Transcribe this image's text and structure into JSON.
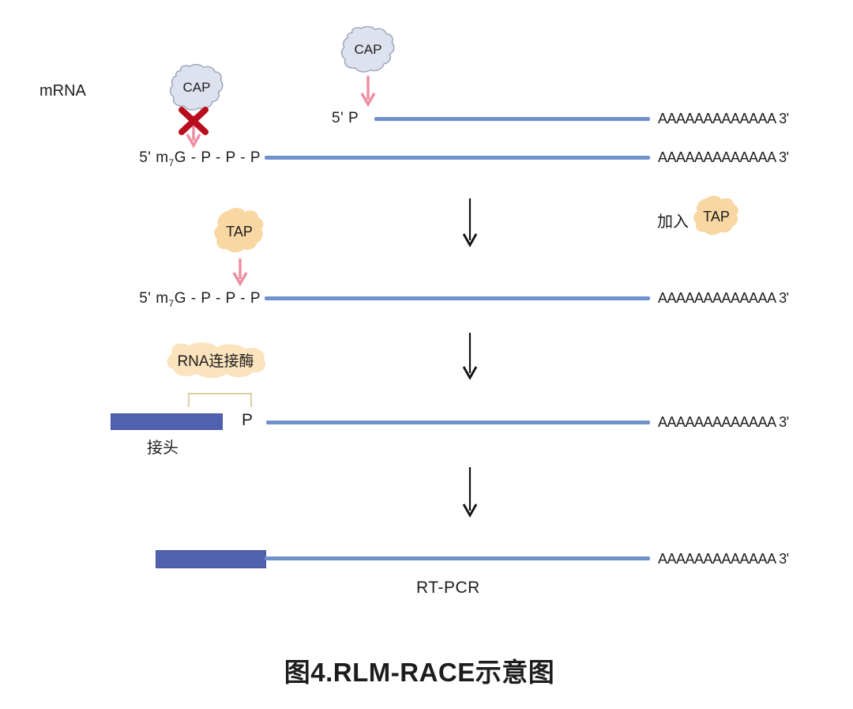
{
  "labels": {
    "mrna": "mRNA",
    "cap": "CAP",
    "tap": "TAP",
    "add_tap": "加入",
    "five_prime_p": "5' P",
    "m7g": {
      "prefix": "5' m",
      "sub": "7",
      "suffix": "G - P - P - P"
    },
    "poly_a": "AAAAAAAAAAAAA 3'",
    "rna_ligase": "RNA连接酶",
    "phosphate": "P",
    "adapter": "接头",
    "rt_pcr": "RT-PCR",
    "title": "图4.RLM-RACE示意图"
  },
  "colors": {
    "rna_line": "#7191ce",
    "adapter_fill": "#5061af",
    "cap_fill": "#dde2ee",
    "cap_stroke": "#9aa4b8",
    "tap_fill": "#f8d7a2",
    "ligase_fill": "#fae3bd",
    "arrow_pink": "#ef8fa2",
    "cross_red": "#b90d1d",
    "bracket": "#ddcda4",
    "text": "#1d1d1d"
  }
}
